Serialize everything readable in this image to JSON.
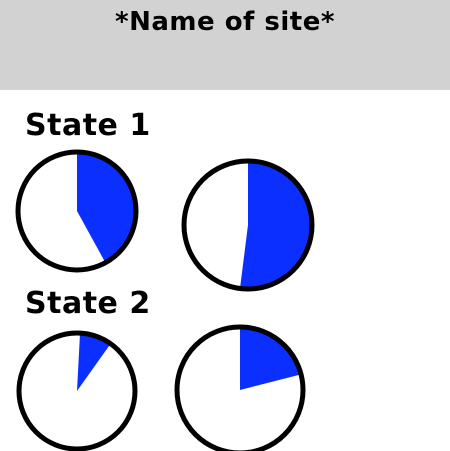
{
  "header": {
    "site_name": "*Name of site*"
  },
  "states": [
    {
      "label": "State 1",
      "pies": [
        {
          "name": "state1-pie-1",
          "filled_fraction": 0.42
        },
        {
          "name": "state1-pie-2",
          "filled_fraction": 0.52
        }
      ]
    },
    {
      "label": "State 2",
      "pies": [
        {
          "name": "state2-pie-1",
          "filled_fraction": 0.09
        },
        {
          "name": "state2-pie-2",
          "filled_fraction": 0.21
        }
      ]
    }
  ],
  "colors": {
    "fill": "#0a2fff",
    "outline": "#000000",
    "header_bg": "#d2d2d2"
  }
}
